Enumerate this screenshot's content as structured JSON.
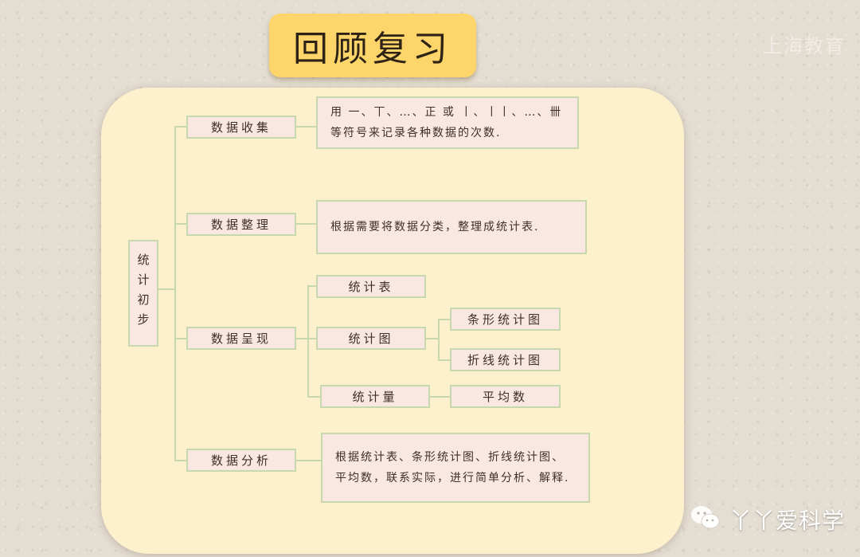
{
  "title": "回顾复习",
  "watermark_top": "上海教育",
  "diagram": {
    "root": "统计初步",
    "branches": [
      {
        "label": "数据收集",
        "detail": "用 一、丅、…、正 或 丨、丨丨、…、卌 等符号来记录各种数据的次数."
      },
      {
        "label": "数据整理",
        "detail": "根据需要将数据分类，整理成统计表."
      },
      {
        "label": "数据呈现",
        "children": [
          {
            "label": "统计表"
          },
          {
            "label": "统计图",
            "children": [
              {
                "label": "条形统计图"
              },
              {
                "label": "折线统计图"
              }
            ]
          },
          {
            "label": "统计量",
            "children": [
              {
                "label": "平均数"
              }
            ]
          }
        ]
      },
      {
        "label": "数据分析",
        "detail": "根据统计表、条形统计图、折线统计图、平均数，联系实际，进行简单分析、解释."
      }
    ]
  },
  "footer": {
    "icon": "wechat-icon",
    "label": "丫丫爱科学"
  },
  "colors": {
    "title_bg": "#fdd56b",
    "panel_bg": "#fdf0cd",
    "box_bg": "#fbe7e1",
    "box_border": "#c8d8ae",
    "page_bg": "#e4ddd2"
  }
}
